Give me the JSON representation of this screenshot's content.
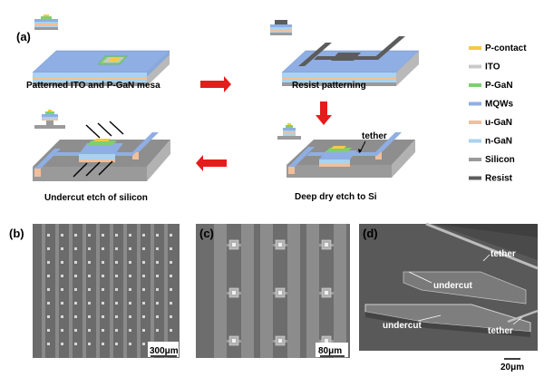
{
  "panels": {
    "a": {
      "label": "(a)",
      "steps": [
        "Patterned ITO and P-GaN mesa",
        "Resist patterning",
        "Deep dry etch to Si",
        "Undercut etch of silicon"
      ],
      "tether_annotation": "tether"
    },
    "b": {
      "label": "(b)",
      "scale": "300μm"
    },
    "c": {
      "label": "(c)",
      "scale": "80μm"
    },
    "d": {
      "label": "(d)",
      "scale": "20μm",
      "annotations": [
        "tether",
        "undercut",
        "undercut",
        "tether"
      ]
    }
  },
  "legend": [
    {
      "name": "P-contact",
      "color": "#f6c945"
    },
    {
      "name": "ITO",
      "color": "#c9c9c9"
    },
    {
      "name": "P-GaN",
      "color": "#7fcf6f"
    },
    {
      "name": "MQWs",
      "color": "#8faee3"
    },
    {
      "name": "u-GaN",
      "color": "#f2bf9a"
    },
    {
      "name": "n-GaN",
      "color": "#a9d3ee"
    },
    {
      "name": "Silicon",
      "color": "#9a9a9a"
    },
    {
      "name": "Resist",
      "color": "#5c5c5c"
    }
  ],
  "colors": {
    "arrow": "#e51c1c"
  }
}
